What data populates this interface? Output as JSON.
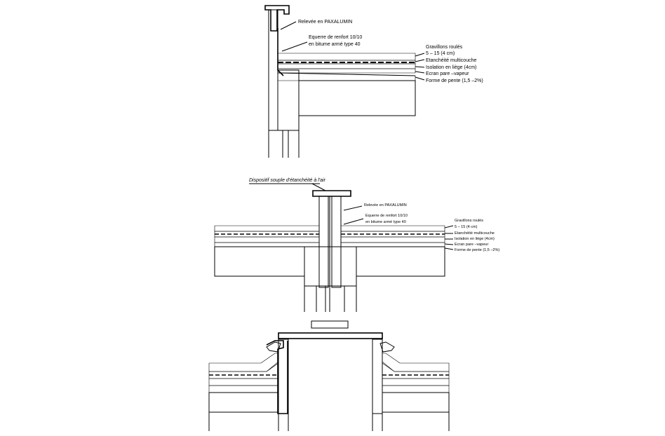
{
  "detail1": {
    "labels": {
      "relevee": "Relevée en PAXALUMIN",
      "equerre1": "Equerre de renfort 10/10",
      "equerre2": "en bitume armé type 40",
      "gravillons1": "Gravillons roulés",
      "gravillons2": "5 – 15 (4 cm)",
      "etancheite": "Etanchéité multicouche",
      "isolation": "Isolation en liège (4cm)",
      "ecran": "Ecran pare –vapeur",
      "forme": "Forme de pente (1,5 –2%)"
    }
  },
  "detail2": {
    "title": "Dispositif souple d'étanchéité à l'air",
    "labels": {
      "relevee": "Relevée en PAXALUMIN",
      "equerre1": "Equerre de renfort 10/10",
      "equerre2": "en bitume armé type 40",
      "gravillons1": "Gravillons roulés",
      "gravillons2": "5 – 15 (4 cm)",
      "etancheite": "Etanchéité multicouche",
      "isolation": "Isolation en liège (4cm)",
      "ecran": "Ecran pare –vapeur",
      "forme": "Forme de pente (1,5 –2%)"
    }
  }
}
